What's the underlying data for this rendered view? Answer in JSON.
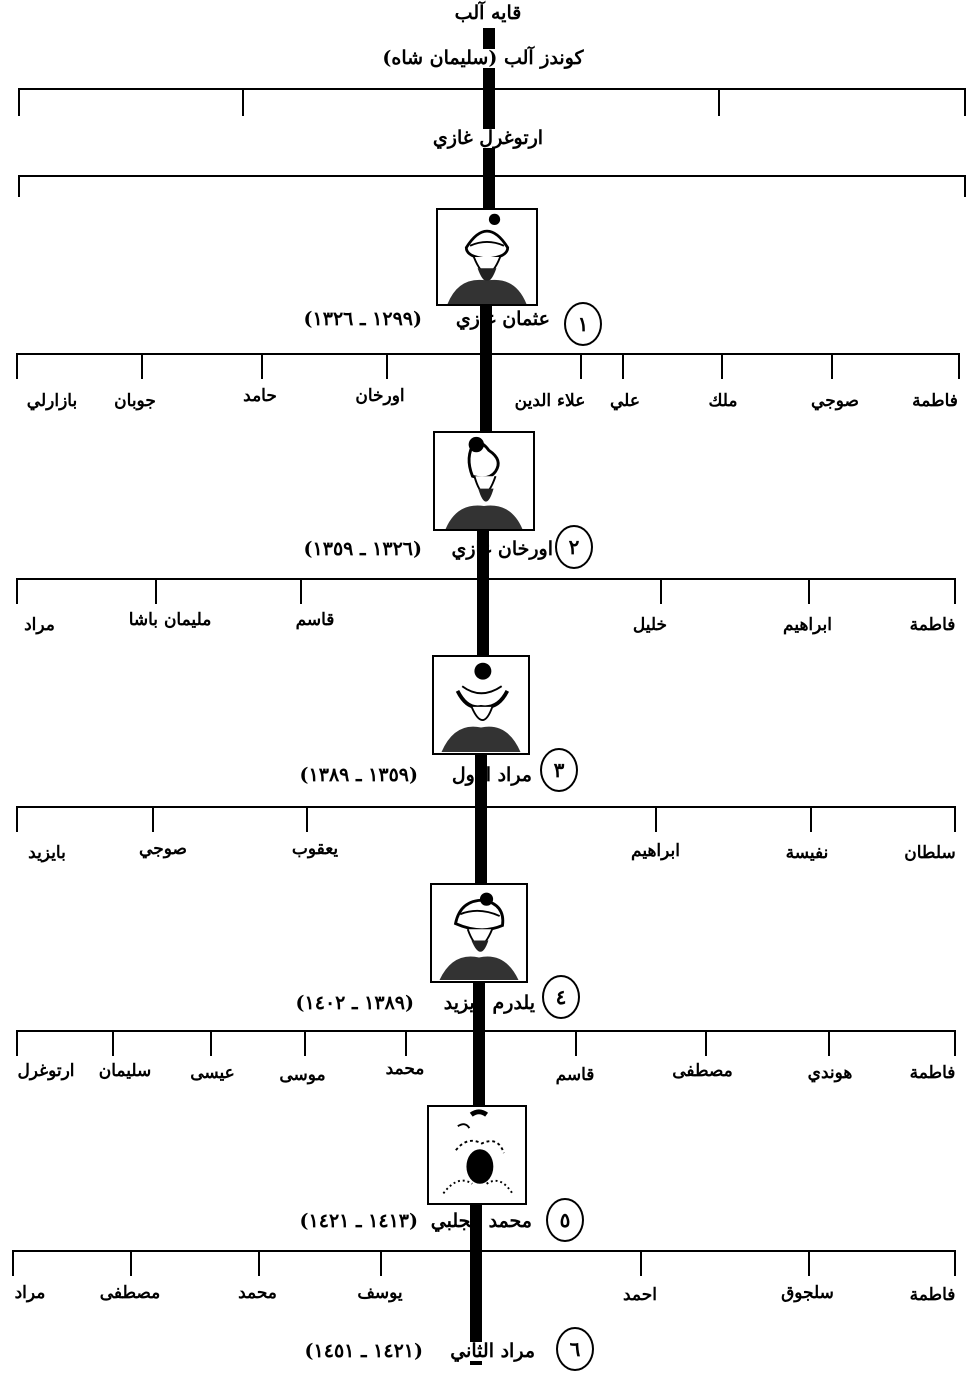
{
  "tree": {
    "root": "قايه آلب",
    "gen1": "كوندز آلب (سليمان شاه)",
    "gen2": "ارتوغرل غازي",
    "sultans": [
      {
        "number": "١",
        "name": "عثمان غازي",
        "reign": "(١٢٩٩ ـ ١٣٢٦)"
      },
      {
        "number": "٢",
        "name": "اورخان غازي",
        "reign": "(١٣٢٦ ـ ١٣٥٩)"
      },
      {
        "number": "٣",
        "name": "مراد الاول",
        "reign": "(١٣٥٩ ـ ١٣٨٩)"
      },
      {
        "number": "٤",
        "name": "يلدرم بايزيد",
        "reign": "(١٣٨٩ ـ ١٤٠٢)"
      },
      {
        "number": "٥",
        "name": "محمد الجلبي",
        "reign": "(١٤١٣ ـ ١٤٢١)"
      },
      {
        "number": "٦",
        "name": "مراد الثاني",
        "reign": "(١٤٢١ ـ ١٤٥١)"
      }
    ],
    "children_osman": [
      "فاطمة",
      "صوجي",
      "ملك",
      "علي",
      "علاء الدين",
      "اورخان",
      "حامد",
      "جوبان",
      "بازارلي"
    ],
    "children_orhan": [
      "فاطمة",
      "ابراهيم",
      "خليل",
      "قاسم",
      "مليمان باشا",
      "مراد"
    ],
    "children_murad1": [
      "سلطان",
      "نفيسة",
      "ابراهيم",
      "يعقوب",
      "صوجي",
      "بايزيد"
    ],
    "children_bayezid": [
      "فاطمة",
      "هوندي",
      "مصطفى",
      "قاسم",
      "محمد",
      "موسى",
      "عيسى",
      "سليمان",
      "ارتوغرل"
    ],
    "children_mehmed1": [
      "فاطمة",
      "سلجوق",
      "احمد",
      "يوسف",
      "محمد",
      "مصطفى",
      "مراد"
    ]
  }
}
